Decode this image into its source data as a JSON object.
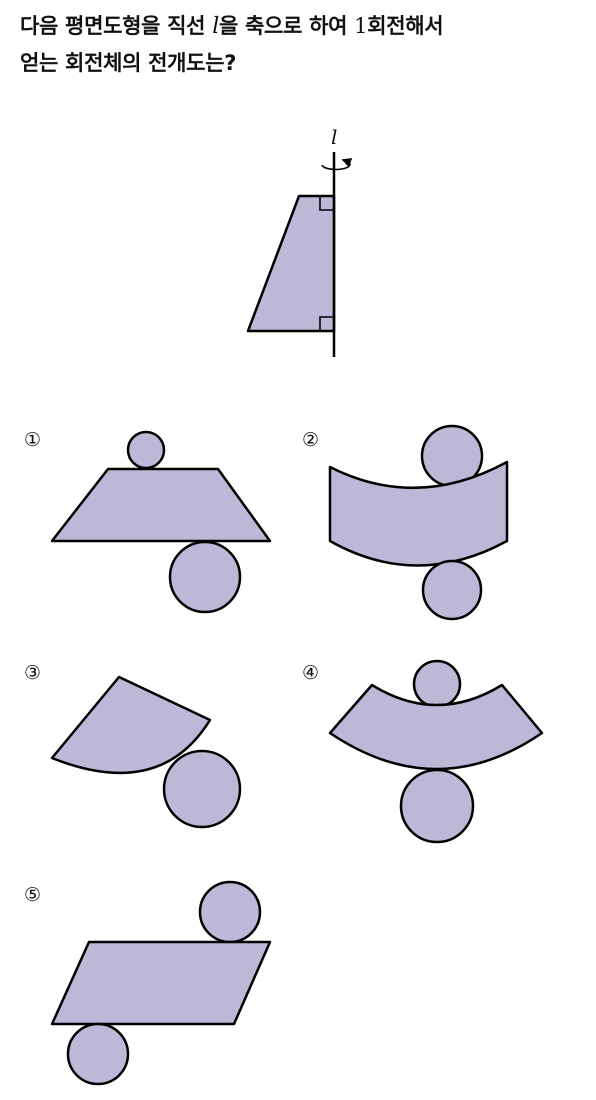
{
  "question": {
    "part1": "다음 평면도형을 직선 ",
    "variable": "l",
    "part2": "을 축으로 하여 ",
    "number": "1",
    "part3": "회전해서",
    "line2": "얻는 회전체의 전개도는?"
  },
  "figure": {
    "axis_label": "l"
  },
  "options": [
    {
      "label": "①"
    },
    {
      "label": "②"
    },
    {
      "label": "③"
    },
    {
      "label": "④"
    },
    {
      "label": "⑤"
    }
  ],
  "colors": {
    "fill": "#bdb8d7",
    "stroke": "#000000"
  }
}
